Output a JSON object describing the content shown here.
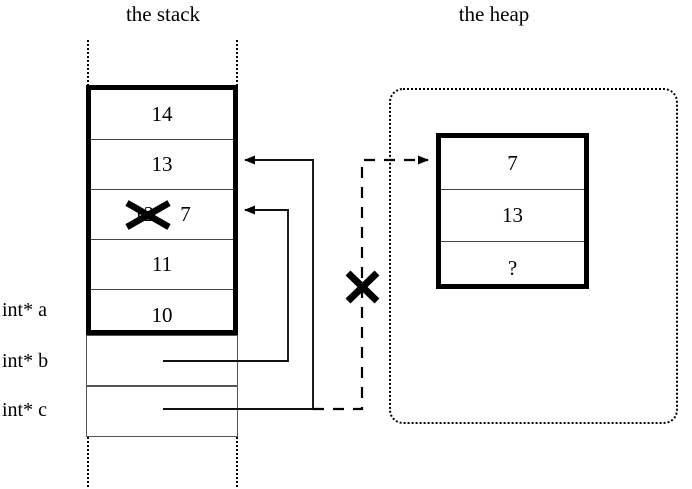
{
  "diagram": {
    "title_stack": "the stack",
    "title_heap": "the heap",
    "colors": {
      "ink": "#000000",
      "background": "#ffffff",
      "cell_rule": "#444444"
    }
  },
  "stack": {
    "label": "the stack",
    "cells": [
      {
        "value": "14",
        "struck": false
      },
      {
        "value": "13",
        "struck": false
      },
      {
        "value": "12",
        "struck": true,
        "replacement": "7"
      },
      {
        "value": "11",
        "struck": false
      },
      {
        "value": "10",
        "struck": false
      }
    ],
    "pointer_vars": [
      {
        "name": "int* a",
        "target": "stack-cell-10"
      },
      {
        "name": "int* b",
        "target": "stack-cell-7"
      },
      {
        "name": "int* c",
        "target": "heap-cell-7"
      }
    ],
    "var_labels": [
      "int* a",
      "int* b",
      "int* c"
    ]
  },
  "heap": {
    "label": "the heap",
    "cells": [
      {
        "value": "7"
      },
      {
        "value": "13"
      },
      {
        "value": "?"
      }
    ]
  },
  "annotations": {
    "struck_value": "12",
    "struck_replacement": "7",
    "invalidated_pointer_mark": "X",
    "unknown_value": "?"
  }
}
